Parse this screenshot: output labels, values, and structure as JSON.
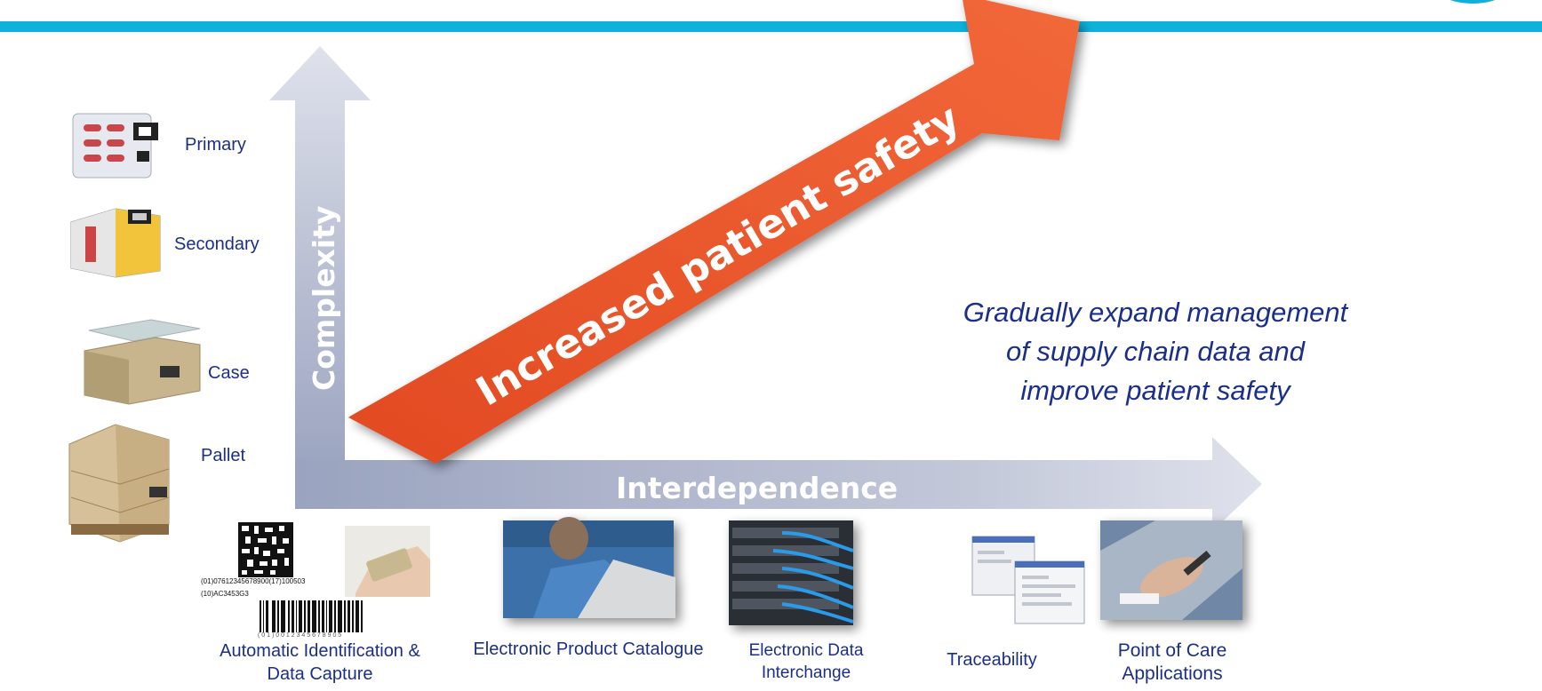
{
  "diagram": {
    "diagonal_label": "Increased patient safety",
    "vertical_axis_label": "Complexity",
    "horizontal_axis_label": "Interdependence",
    "description": "Gradually expand management of supply chain data and improve patient safety",
    "description_lines": [
      "Gradually expand management",
      "of supply chain data and",
      "improve patient safety"
    ],
    "packaging_levels": [
      "Primary",
      "Secondary",
      "Case",
      "Pallet"
    ],
    "capabilities": [
      [
        "Automatic Identification &",
        "Data Capture"
      ],
      [
        "Electronic Product Catalogue"
      ],
      [
        "Electronic Data",
        "Interchange"
      ],
      [
        "Traceability"
      ],
      [
        "Point of Care",
        "Applications"
      ]
    ],
    "barcode_text_1": "(01)07612345678900(17)100503",
    "barcode_text_2": "(10)AC3453G3",
    "linear_barcode_digits": "( 0 1 ) 0 0 1 2 3 4 5 6 7 8 9 0 5"
  },
  "colors": {
    "top_bar": "#0db1da",
    "logo": "#12337f",
    "diagonal_arrow": "#ee5a2d",
    "axis_arrows": "#b8bfd3",
    "text_blue": "#1b2f8a"
  }
}
